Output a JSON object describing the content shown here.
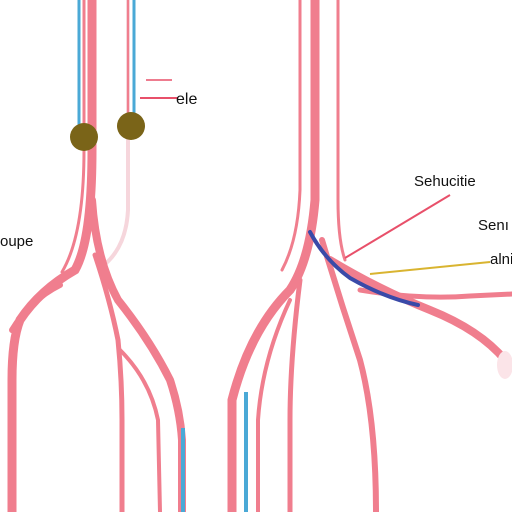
{
  "labels": {
    "top_center": "ele",
    "left": "oupe",
    "right_top": "Sehucitie",
    "right_middle": "Senı",
    "right_lower": "alni"
  },
  "colors": {
    "vessel": "#f07e8e",
    "vessel_light": "#f6b7c0",
    "vein_blue": "#4aa9d6",
    "nerve_dark_blue": "#3a4aa8",
    "node_olive": "#7a6418",
    "leader_yellow": "#d9b430",
    "leader_red": "#e8506a",
    "background": "#ffffff"
  }
}
